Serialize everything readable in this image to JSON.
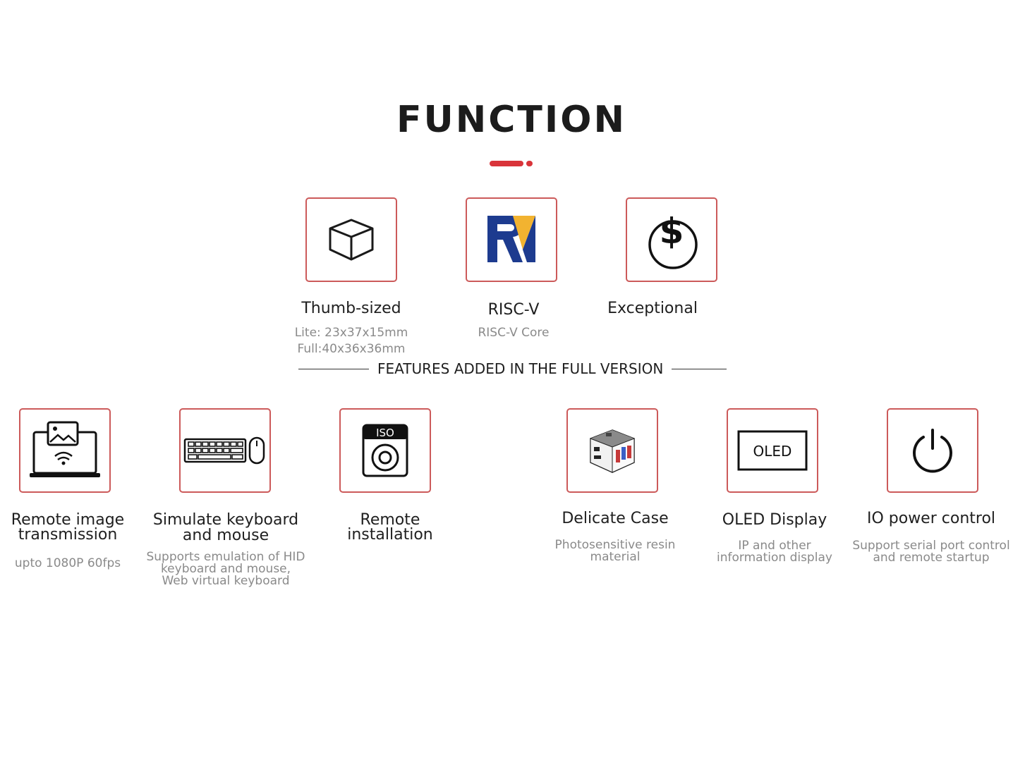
{
  "header": {
    "title": "FUNCTION",
    "accent_color": "#d9343a"
  },
  "basic_features": [
    {
      "icon": "cube-icon",
      "label": "Thumb-sized",
      "desc_lines": [
        "Lite: 23x37x15mm",
        "Full:40x36x36mm"
      ]
    },
    {
      "icon": "risc-v-logo-icon",
      "label": "RISC-V",
      "desc_lines": [
        "RISC-V Core"
      ]
    },
    {
      "icon": "dollar-icon",
      "label": "Exceptional",
      "desc_lines": []
    }
  ],
  "divider": {
    "text": "FEATURES ADDED IN THE FULL VERSION"
  },
  "full_features": [
    {
      "icon": "laptop-image-icon",
      "label_lines": [
        "Remote image",
        "transmission"
      ],
      "desc_lines": [
        "upto 1080P 60fps"
      ]
    },
    {
      "icon": "keyboard-mouse-icon",
      "label_lines": [
        "Simulate keyboard",
        "and mouse"
      ],
      "desc_lines": [
        "Supports emulation of HID",
        "keyboard and mouse,",
        "Web virtual keyboard"
      ]
    },
    {
      "icon": "iso-disk-icon",
      "label_lines": [
        "Remote",
        "installation"
      ],
      "desc_lines": [],
      "badge": "ISO"
    },
    {
      "icon": "device-case-icon",
      "label_lines": [
        "Delicate Case"
      ],
      "desc_lines": [
        "Photosensitive resin",
        "material"
      ]
    },
    {
      "icon": "oled-display-icon",
      "label_lines": [
        "OLED Display"
      ],
      "desc_lines": [
        "IP and other",
        "information display"
      ],
      "badge": "OLED"
    },
    {
      "icon": "power-icon",
      "label_lines": [
        "IO power control"
      ],
      "desc_lines": [
        "Support serial port control",
        "and remote startup"
      ]
    }
  ],
  "colors": {
    "border": "#cc5a5a",
    "accent": "#d9343a",
    "risc_blue": "#1d3b8f",
    "risc_yellow": "#f2b330"
  }
}
